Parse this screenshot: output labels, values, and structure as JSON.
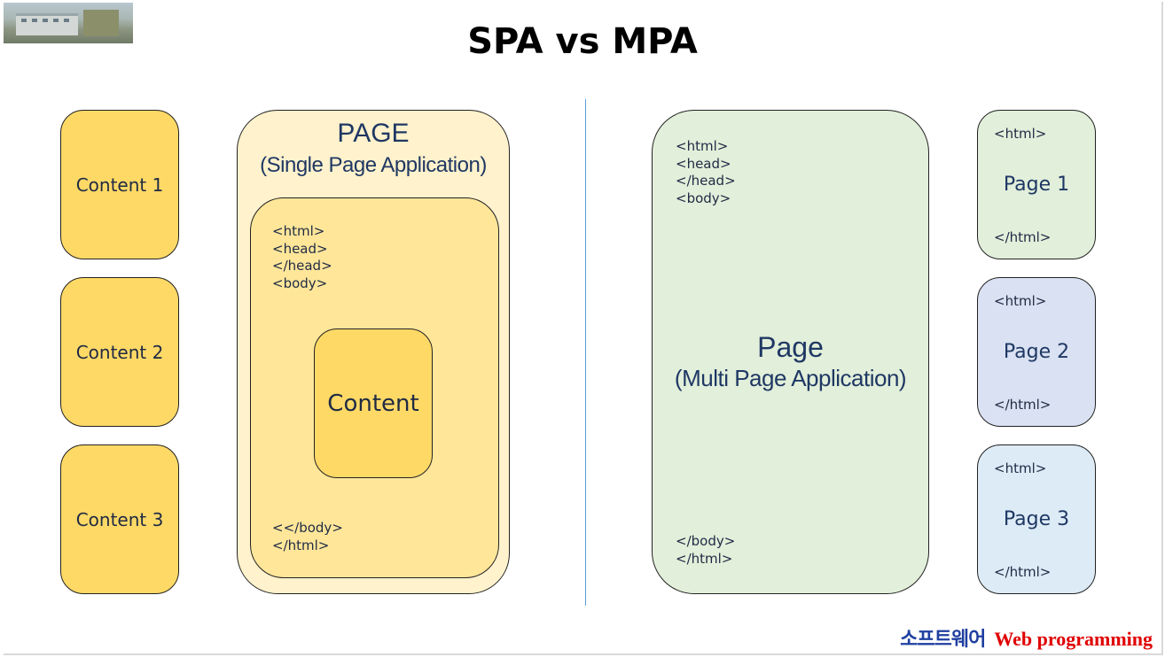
{
  "title": "SPA vs MPA",
  "spa": {
    "contents": [
      "Content 1",
      "Content 2",
      "Content 3"
    ],
    "page_title": "PAGE",
    "page_subtitle": "(Single Page Application)",
    "code_top": [
      "<html>",
      "<head>",
      "</head>",
      "<body>"
    ],
    "inner_content": "Content",
    "code_bottom": [
      "<</body>",
      "</html>"
    ]
  },
  "mpa": {
    "code_top": [
      "<html>",
      "<head>",
      "</head>",
      "<body>"
    ],
    "page_title": "Page",
    "page_subtitle": "(Multi Page Application)",
    "code_bottom": [
      "</body>",
      "</html>"
    ],
    "pages": [
      {
        "open": "<html>",
        "label": "Page 1",
        "close": "</html>",
        "color": "#e2efda"
      },
      {
        "open": "<html>",
        "label": "Page 2",
        "close": "</html>",
        "color": "#d9e1f2"
      },
      {
        "open": "<html>",
        "label": "Page 3",
        "close": "</html>",
        "color": "#ddebf7"
      }
    ]
  },
  "brand": {
    "korean": "소프트웨어",
    "english": "Web programming"
  },
  "colors": {
    "content_fill": "#ffd966",
    "page_outer": "#fff2cc",
    "page_inner": "#ffe699",
    "divider": "#5b9bd5",
    "brand_red": "#e00000",
    "brand_blue": "#1f3fa0"
  }
}
